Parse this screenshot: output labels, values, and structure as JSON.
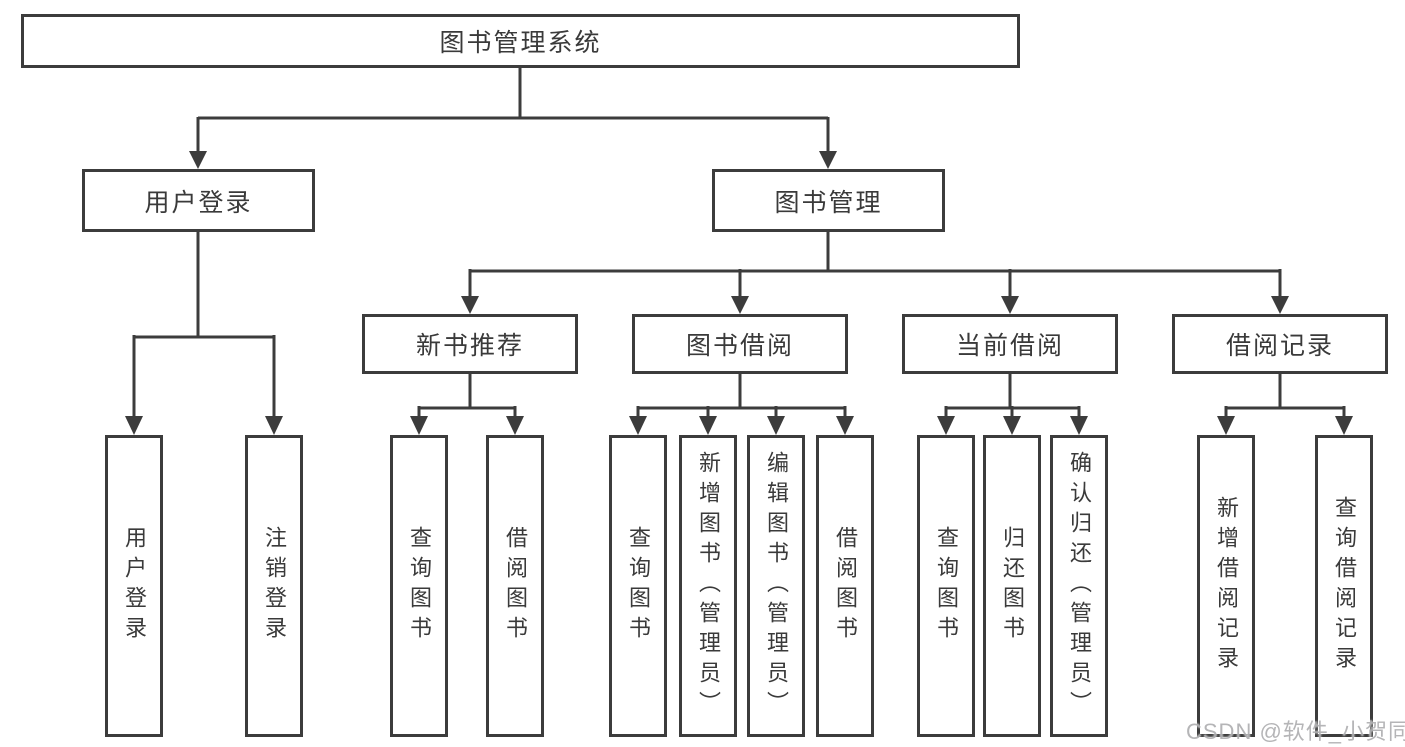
{
  "diagram": {
    "title": "图书管理系统",
    "nodes": {
      "root": "图书管理系统",
      "level2": [
        "用户登录",
        "图书管理"
      ],
      "level3": [
        "新书推荐",
        "图书借阅",
        "当前借阅",
        "借阅记录"
      ],
      "leaves": [
        "用户登录",
        "注销登录",
        "查询图书",
        "借阅图书",
        "查询图书",
        "新增图书（管理员）",
        "编辑图书（管理员）",
        "借阅图书",
        "查询图书",
        "归还图书",
        "确认归还（管理员）",
        "新增借阅记录",
        "查询借阅记录"
      ]
    },
    "structure": {
      "root_children": [
        "用户登录",
        "图书管理"
      ],
      "用户登录_children": [
        "用户登录",
        "注销登录"
      ],
      "图书管理_children": [
        "新书推荐",
        "图书借阅",
        "当前借阅",
        "借阅记录"
      ],
      "新书推荐_children": [
        "查询图书",
        "借阅图书"
      ],
      "图书借阅_children": [
        "查询图书",
        "新增图书（管理员）",
        "编辑图书（管理员）",
        "借阅图书"
      ],
      "当前借阅_children": [
        "查询图书",
        "归还图书",
        "确认归还（管理员）"
      ],
      "借阅记录_children": [
        "新增借阅记录",
        "查询借阅记录"
      ]
    },
    "colors": {
      "line": "#3c3c3c",
      "text": "#3a3a3a",
      "background": "#ffffff",
      "watermark": "#a8a8aa"
    }
  },
  "watermark": "CSDN @软件_小贺同学"
}
